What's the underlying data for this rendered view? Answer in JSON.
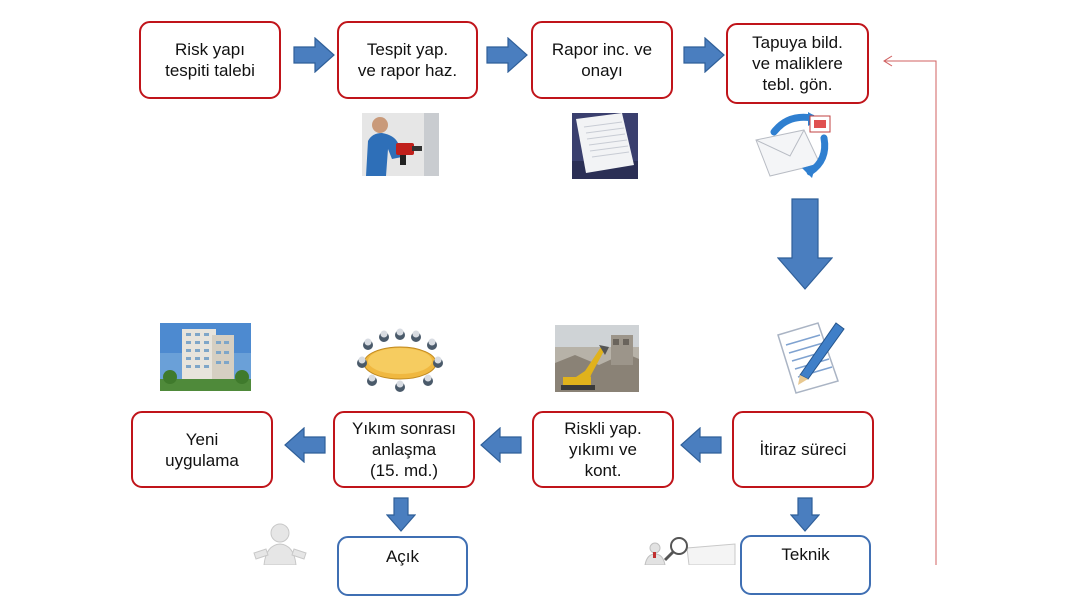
{
  "flow": {
    "top_row": [
      {
        "lines": [
          "Risk yapı",
          "tespiti talebi"
        ]
      },
      {
        "lines": [
          "Tespit yap.",
          "ve rapor haz."
        ]
      },
      {
        "lines": [
          "Rapor inc. ve",
          "onayı"
        ]
      },
      {
        "lines": [
          "Tapuya bild.",
          "ve maliklere",
          "tebl. gön."
        ]
      }
    ],
    "bottom_row": [
      {
        "lines": [
          "İtiraz süreci"
        ]
      },
      {
        "lines": [
          "Riskli yap.",
          "yıkımı ve",
          "kont."
        ]
      },
      {
        "lines": [
          "Yıkım sonrası",
          "anlaşma",
          "(15. md.)"
        ]
      },
      {
        "lines": [
          "Yeni",
          "uygulama"
        ]
      }
    ],
    "partial_boxes": [
      {
        "lines": [
          "Açık"
        ]
      },
      {
        "lines": [
          "Teknik"
        ]
      }
    ]
  },
  "icons": {
    "worker": "worker-drilling-photo",
    "document": "document-report-photo",
    "mail": "mail-refresh-icon",
    "notepad": "notepad-pencil-icon",
    "demolition": "demolition-excavator-photo",
    "meeting": "meeting-table-icon",
    "building": "new-building-photo",
    "person": "3d-person-icon",
    "magnifier": "magnifier-figure-icon"
  },
  "colors": {
    "box_border": "#c0141a",
    "box_border_blue": "#3f6fb3",
    "arrow_fill": "#4a7ebf",
    "arrow_stroke": "#2f5f99",
    "return_line": "#d06060"
  }
}
